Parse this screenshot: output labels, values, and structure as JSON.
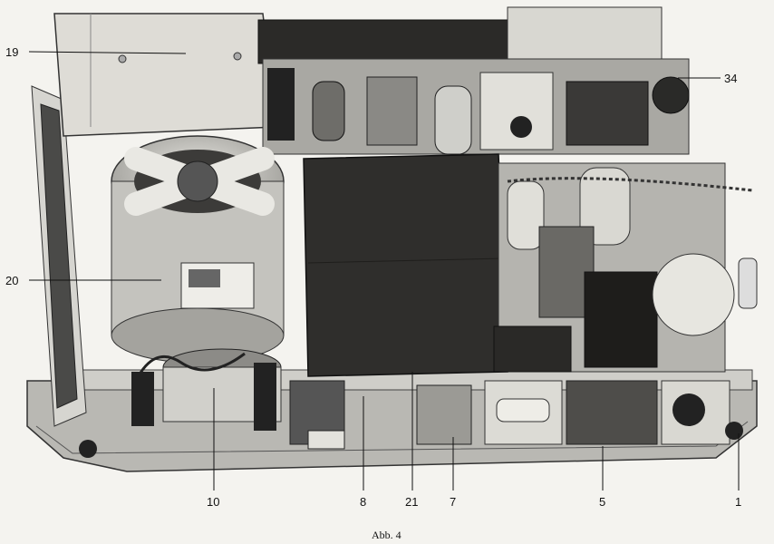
{
  "labels": {
    "l19": "19",
    "l34": "34",
    "l20": "20",
    "l10": "10",
    "l8": "8",
    "l21": "21",
    "l7": "7",
    "l5": "5",
    "l1": "1"
  },
  "caption": "Abb. 4"
}
